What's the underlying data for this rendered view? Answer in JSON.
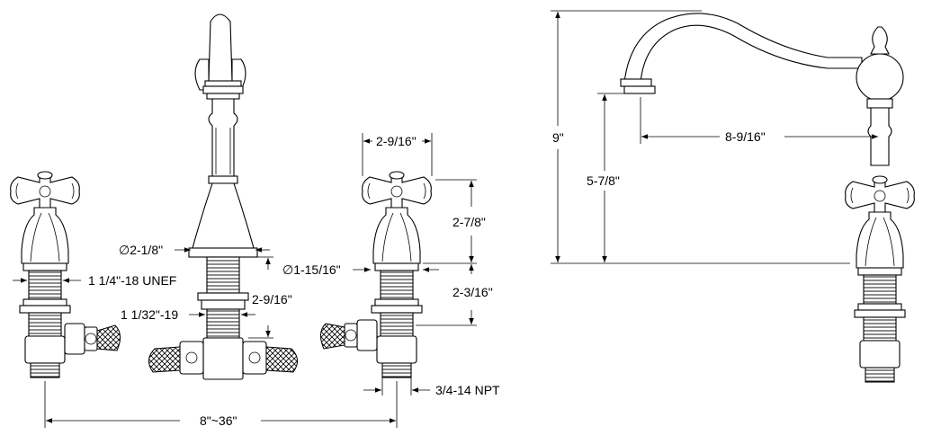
{
  "labels": {
    "handle_thread": "1 1/4\"-18 UNEF",
    "spout_thread": "1 1/32\"-19",
    "spout_diameter": "∅2-1/8\"",
    "spout_shank_height": "2-9/16\"",
    "handle_diameter": "∅1-15/16\"",
    "cross_width": "2-9/16\"",
    "handle_height": "2-7/8\"",
    "handle_shank_height": "2-3/16\"",
    "inlet_thread": "3/4-14 NPT",
    "spread": "8\"~36\"",
    "total_height": "9\"",
    "spout_height": "5-7/8\"",
    "spout_reach": "8-9/16\""
  },
  "icons": {
    "dimension_arrow": "arrowhead",
    "supply_hose": "braided-hose-icon"
  }
}
